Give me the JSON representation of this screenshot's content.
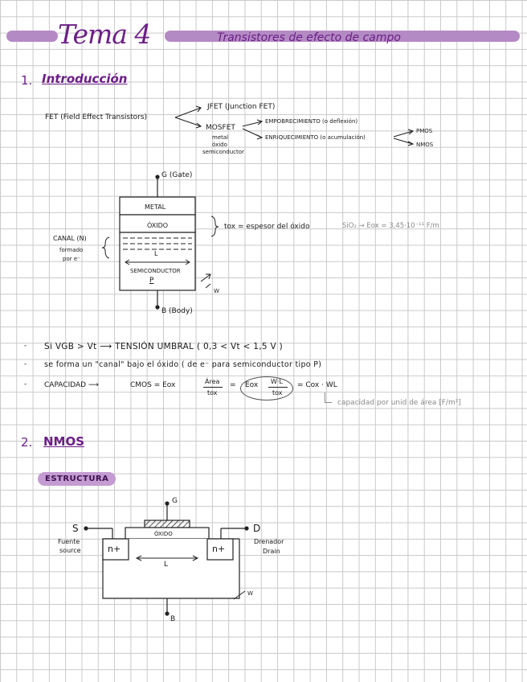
{
  "header": {
    "title": "Tema 4",
    "subtitle": "Transistores de efecto de campo"
  },
  "sec1": {
    "num": "1.",
    "title": "Introducción",
    "fet": "FET (Field Effect Transistors)",
    "jfet": "JFET (Junction FET)",
    "mosfet": "MOSFET",
    "mosfet_note": [
      "metal",
      "óxido",
      "semiconductor"
    ],
    "empobrecimiento": "EMPOBRECIMIENTO (o deflexión)",
    "enriquecimiento": "ENRIQUECIMIENTO (o acumulación)",
    "pmos": "PMOS",
    "nmos": "NMOS",
    "diagram": {
      "gate": "G (Gate)",
      "metal": "METAL",
      "oxido": "ÓXIDO",
      "semiconductor": "SEMICONDUCTOR",
      "p": "P",
      "l": "L",
      "body": "B (Body)",
      "canal": [
        "CANAL (N)",
        "formado",
        "por e⁻"
      ],
      "tox": "tox = espesor del óxido",
      "sio2": "SiO₂ → Eox = 3,45·10⁻¹¹ F/m",
      "w": "W"
    },
    "bullets": [
      "Si VGB > Vt ⟶ TENSIÓN UMBRAL  ( 0,3 < Vt < 1,5 V )",
      "se forma un \"canal\" bajo el óxido  ( de e⁻ para semiconductor tipo P)"
    ],
    "capacidad": {
      "label": "CAPACIDAD ⟶",
      "cmos": "CMOS = Eox",
      "area_num": "Área",
      "area_den": "tox",
      "eq": "=",
      "eox": "Eox",
      "wl_num": "W·L",
      "wl_den": "tox",
      "result": "=  Cox · WL",
      "note": "capacidad por unid de área [F/m²]"
    }
  },
  "sec2": {
    "num": "2.",
    "title": "NMOS",
    "pill": "ESTRUCTURA",
    "diagram": {
      "g": "G",
      "s": "S",
      "d": "D",
      "b": "B",
      "oxido": "ÓXIDO",
      "nplus_left": "n+",
      "nplus_right": "n+",
      "l": "L",
      "w": "W",
      "fuente": [
        "Fuente",
        "source"
      ],
      "drenador": [
        "Drenador",
        "Drain"
      ]
    }
  }
}
